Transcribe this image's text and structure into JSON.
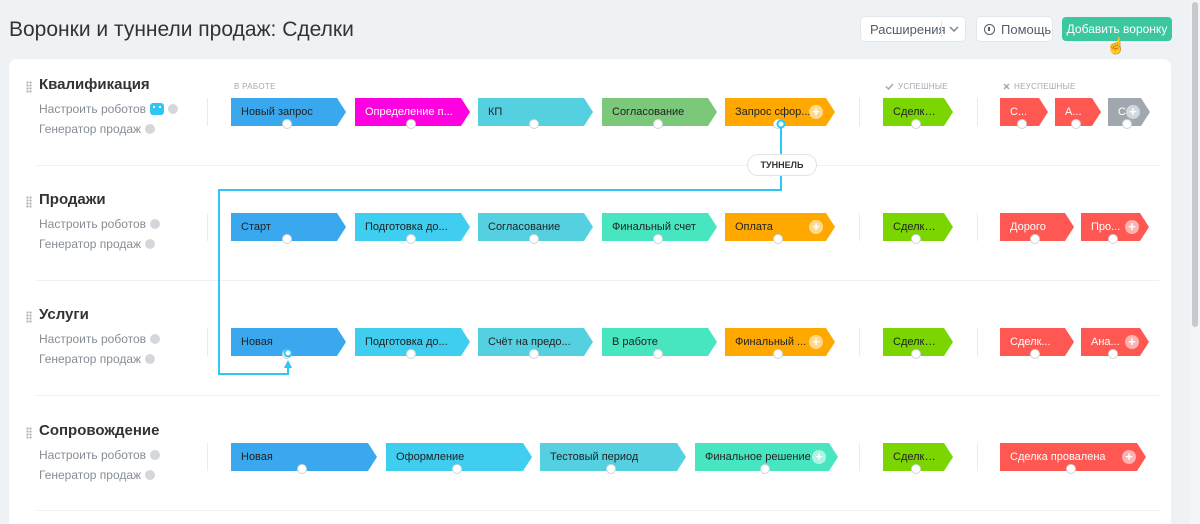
{
  "header": {
    "title": "Воронки и туннели продаж: Сделки",
    "extensions_label": "Расширения",
    "help_label": "Помощь",
    "add_label": "Добавить воронку"
  },
  "columns": {
    "in_work": "В РАБОТЕ",
    "success": "УСПЕШНЫЕ",
    "fail": "НЕУСПЕШНЫЕ"
  },
  "tunnel_label": "ТУННЕЛЬ",
  "funnels": [
    {
      "title": "Квалификация",
      "robots": "Настроить роботов",
      "generator": "Генератор продаж",
      "stages": [
        "Новый запрос",
        "Определение п...",
        "КП",
        "Согласование",
        "Запрос сфор..."
      ],
      "success": [
        "Сделка ..."
      ],
      "fail": [
        "С...",
        "А...",
        "С"
      ]
    },
    {
      "title": "Продажи",
      "robots": "Настроить роботов",
      "generator": "Генератор продаж",
      "stages": [
        "Старт",
        "Подготовка до...",
        "Согласование",
        "Финальный счет",
        "Оплата"
      ],
      "success": [
        "Сделка ..."
      ],
      "fail": [
        "Дорого",
        "Про..."
      ]
    },
    {
      "title": "Услуги",
      "robots": "Настроить роботов",
      "generator": "Генератор продаж",
      "stages": [
        "Новая",
        "Подготовка до...",
        "Счёт на предо...",
        "В работе",
        "Финальный ..."
      ],
      "success": [
        "Сделка ..."
      ],
      "fail": [
        "Сделк...",
        "Ана..."
      ]
    },
    {
      "title": "Сопровождение",
      "robots": "Настроить роботов",
      "generator": "Генератор продаж",
      "stages": [
        "Новая",
        "Оформление",
        "Тестовый период",
        "Финальное решение"
      ],
      "success": [
        "Сделка ..."
      ],
      "fail": [
        "Сделка провалена"
      ]
    }
  ],
  "colors": {
    "accent_green": "#3bc8a0",
    "tunnel_line": "#2fc6f6",
    "blue": "#39a8ef",
    "cyan": "#55d0e0",
    "magenta": "#ff00e0",
    "green": "#7bd500",
    "orange": "#ffa900",
    "red": "#ff5752",
    "grey": "#a0a7ae"
  }
}
